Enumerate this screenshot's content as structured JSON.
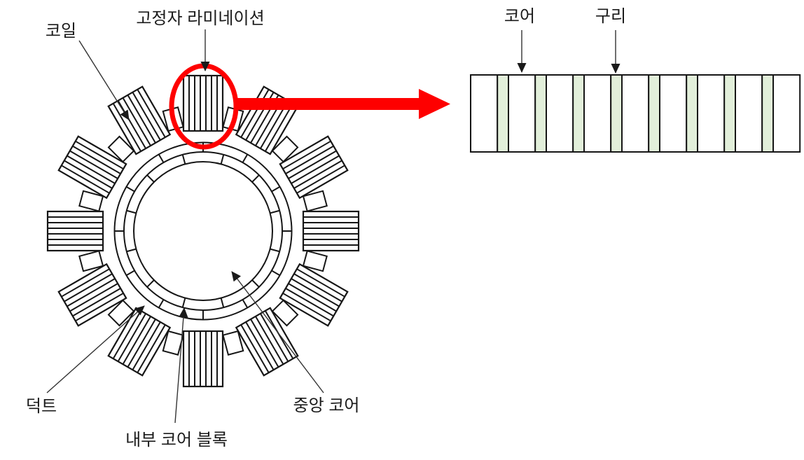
{
  "colors": {
    "outline": "#161616",
    "leader_line": "#333333",
    "highlight_red": "#fe0000",
    "copper_fill": "#e2efda",
    "core_fill": "#ffffff",
    "background": "#ffffff"
  },
  "stator_diagram": {
    "labels": {
      "coil": "코일",
      "stator_lamination": "고정자 라미네이션",
      "duct": "덕트",
      "inner_core_block": "내부 코어 블록",
      "central_core": "중앙 코어"
    },
    "structure": {
      "lamination_block_count": 12,
      "laminations_per_block": 7,
      "coil_connector_count": 12,
      "outer_ring_segment_count": 12,
      "inner_ring_segment_count": 12
    }
  },
  "inset_diagram": {
    "labels": {
      "core": "코어",
      "copper": "구리"
    },
    "structure": {
      "core_bar_count": 9,
      "copper_bar_count": 8,
      "pattern": "alternating core (white) and copper (green) bars"
    }
  }
}
